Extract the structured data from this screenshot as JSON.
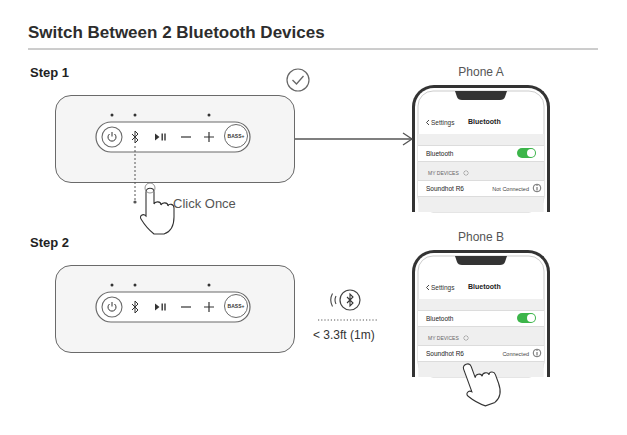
{
  "diagram": {
    "title": "Switch Between 2 Bluetooth Devices",
    "nodes": [
      {
        "text": [
          "Step 1"
        ]
      },
      {
        "text": [
          "BASS+"
        ],
        "in": 0
      },
      {
        "text": [
          "Phone A"
        ]
      },
      {
        "text": [
          "Bluetooth"
        ],
        "in": 2
      },
      {
        "text": [
          "Soundhot R6",
          "Not Connected"
        ],
        "in": 2
      },
      {
        "text": [
          "Step 2"
        ]
      },
      {
        "text": [
          "BASS+"
        ],
        "in": 5
      },
      {
        "text": [
          "Phone B"
        ]
      },
      {
        "text": [
          "Bluetooth"
        ],
        "in": 7
      },
      {
        "text": [
          "Soundhot R6",
          "Connected"
        ],
        "in": 7
      }
    ],
    "edges": [
      {
        "from": 0,
        "to": 2,
        "arrow": "to"
      }
    ],
    "labels": [
      "Click Once",
      "Settings",
      "Bluetooth",
      "MY DEVICES",
      "< 3.3ft (1m)",
      "Settings",
      "Bluetooth",
      "MY DEVICES"
    ]
  }
}
